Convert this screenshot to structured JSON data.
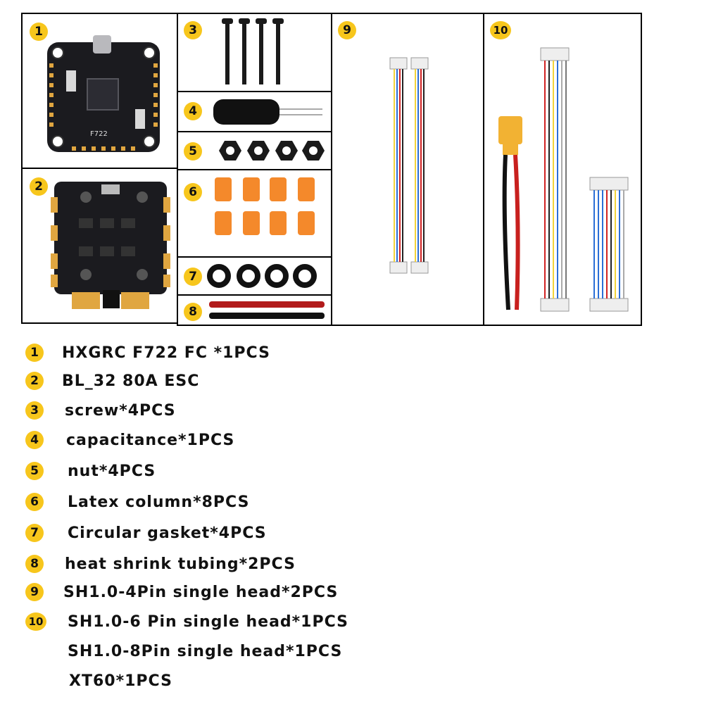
{
  "panels": [
    {
      "num": "1"
    },
    {
      "num": "2"
    },
    {
      "num": "3"
    },
    {
      "num": "4"
    },
    {
      "num": "5"
    },
    {
      "num": "6"
    },
    {
      "num": "7"
    },
    {
      "num": "8"
    },
    {
      "num": "9"
    },
    {
      "num": "10"
    }
  ],
  "board_label": "F722",
  "items": [
    {
      "num": "1",
      "text": "HXGRC F722 FC *1PCS"
    },
    {
      "num": "2",
      "text": "BL_32 80A ESC"
    },
    {
      "num": "3",
      "text": "screw*4PCS"
    },
    {
      "num": "4",
      "text": "capacitance*1PCS"
    },
    {
      "num": "5",
      "text": "nut*4PCS"
    },
    {
      "num": "6",
      "text": "Latex column*8PCS"
    },
    {
      "num": "7",
      "text": "Circular gasket*4PCS"
    },
    {
      "num": "8",
      "text": "heat shrink tubing*2PCS"
    },
    {
      "num": "9",
      "text": "SH1.0-4Pin single head*2PCS"
    },
    {
      "num": "10",
      "text": "SH1.0-6 Pin single head*1PCS"
    }
  ],
  "extra_lines": [
    "SH1.0-8Pin single head*1PCS",
    "XT60*1PCS"
  ],
  "colors": {
    "badge": "#f7c61c",
    "border": "#000000",
    "board": "#1b1b1f",
    "orange": "#f4892b",
    "xt60": "#f2b233",
    "wire_red": "#c8201e"
  }
}
